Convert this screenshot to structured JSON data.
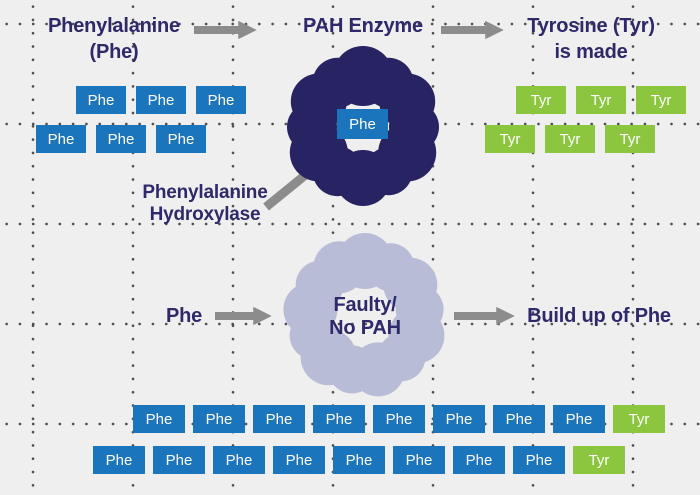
{
  "colors": {
    "background": "#f0efef",
    "phe_box": "#1b75bc",
    "tyr_box": "#8cc63e",
    "enzyme_ring": "#282363",
    "faulty_ring": "#b8bcd6",
    "arrow": "#8c8c8c",
    "label_text": "#2e296a"
  },
  "icons": {
    "right_arrow": "right-arrow-icon",
    "diagonal_arrow": "up-right-arrow-icon",
    "enzyme_ring": "circle-ring-icon",
    "faulty_ring": "circle-ring-icon"
  },
  "top_flow": {
    "source": {
      "line1": "Phenylalanine",
      "line2": "(Phe)"
    },
    "enzyme": {
      "label": "PAH Enzyme"
    },
    "product": {
      "line1": "Tyrosine (Tyr)",
      "line2": "is made"
    }
  },
  "enzyme_annotation": {
    "line1": "Phenylalanine",
    "line2": "Hydroxylase"
  },
  "top_donut_center_box": "Phe",
  "healthy_pathway": {
    "phe_rows": [
      [
        "Phe",
        "Phe",
        "Phe"
      ],
      [
        "Phe",
        "Phe",
        "Phe"
      ]
    ],
    "tyr_rows": [
      [
        "Tyr",
        "Tyr",
        "Tyr"
      ],
      [
        "Tyr",
        "Tyr",
        "Tyr"
      ]
    ]
  },
  "faulty_pathway": {
    "input_label": "Phe",
    "donut_text": {
      "line1": "Faulty/",
      "line2": "No PAH"
    },
    "output_label": "Build up of Phe",
    "rows": [
      [
        "Phe",
        "Phe",
        "Phe",
        "Phe",
        "Phe",
        "Phe",
        "Phe",
        "Phe",
        "Tyr"
      ],
      [
        "Phe",
        "Phe",
        "Phe",
        "Phe",
        "Phe",
        "Phe",
        "Phe",
        "Phe",
        "Tyr"
      ]
    ]
  }
}
